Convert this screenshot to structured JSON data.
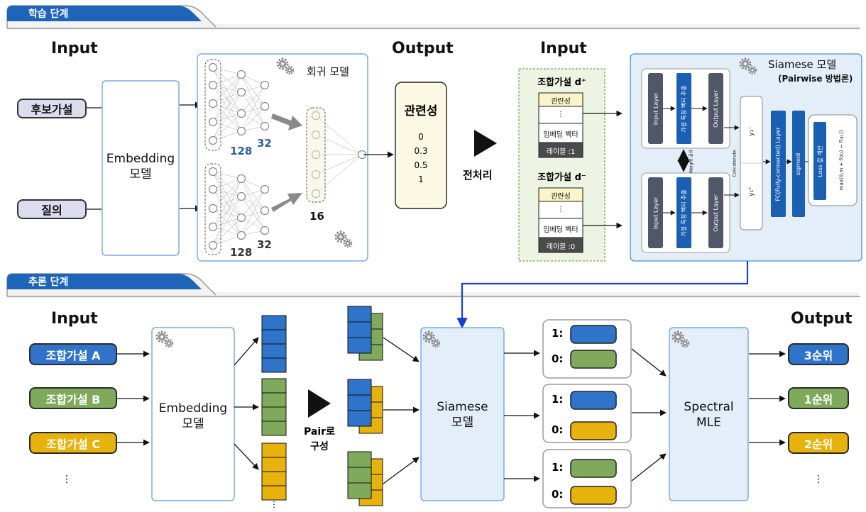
{
  "train": {
    "section_title": "학습 단계",
    "input_header": "Input",
    "output_header": "Output",
    "input2_header": "Input",
    "hypothesis_label": "후보가설",
    "query_label": "질의",
    "embedding_label": "Embedding\n모델",
    "regression_title": "회귀 모델",
    "nn_top_128": "128",
    "nn_top_32": "32",
    "nn_bot_128": "128",
    "nn_bot_32": "32",
    "nn_16": "16",
    "relevance_title": "관련성",
    "relevance_values": [
      "0",
      "0.3",
      "0.5",
      "1"
    ],
    "preprocess_label": "전처리",
    "pos_title": "조합가설 d⁺",
    "neg_title": "조합가설 d⁻",
    "table_rows": [
      "관련성",
      "⋮",
      "임베딩 벡터"
    ],
    "pos_label_row": "레이블 :1",
    "neg_label_row": "레이블 :0",
    "siamese_title": "Siamese 모델",
    "siamese_subtitle": "(Pairwise 방법론)",
    "input_layer": "Input Layer",
    "feature_extract": "가설 특징 벡터 추출",
    "output_layer": "Output Layer",
    "weight_share": "Weight 공유",
    "concatenate": "Concatenate",
    "fc_layer": "FC(Fully-connected) Layer",
    "sigmoid": "sigmoid",
    "loss_title": "Loss 값 계산",
    "loss_formula": "max(0,m + f(x₂) − f(x₁))",
    "y_top": "y₁⁻",
    "y_bot": "y₁⁺"
  },
  "infer": {
    "section_title": "추론 단계",
    "input_header": "Input",
    "output_header": "Output",
    "hyp_a": "조합가설 A",
    "hyp_b": "조합가설 B",
    "hyp_c": "조합가설 C",
    "input_dots": "⋮",
    "embedding_label": "Embedding\n모델",
    "vec_dots": "⋮",
    "pair_label": "Pair로\n구성",
    "siamese_label": "Siamese\n모델",
    "result_one": "1:",
    "result_zero": "0:",
    "spectral_label": "Spectral\nMLE",
    "rank_3": "3순위",
    "rank_1": "1순위",
    "rank_2": "2순위",
    "output_dots": "⋮"
  },
  "colors": {
    "blue": "#2f74c8",
    "green": "#7faa5c",
    "orange": "#e8b20c",
    "panel_border": "#4a8ed0",
    "panel_fill": "#e4eef8",
    "section_tab": "#1e64b8",
    "dark_layer": "#505868",
    "blue_layer": "#1b5fb3"
  }
}
